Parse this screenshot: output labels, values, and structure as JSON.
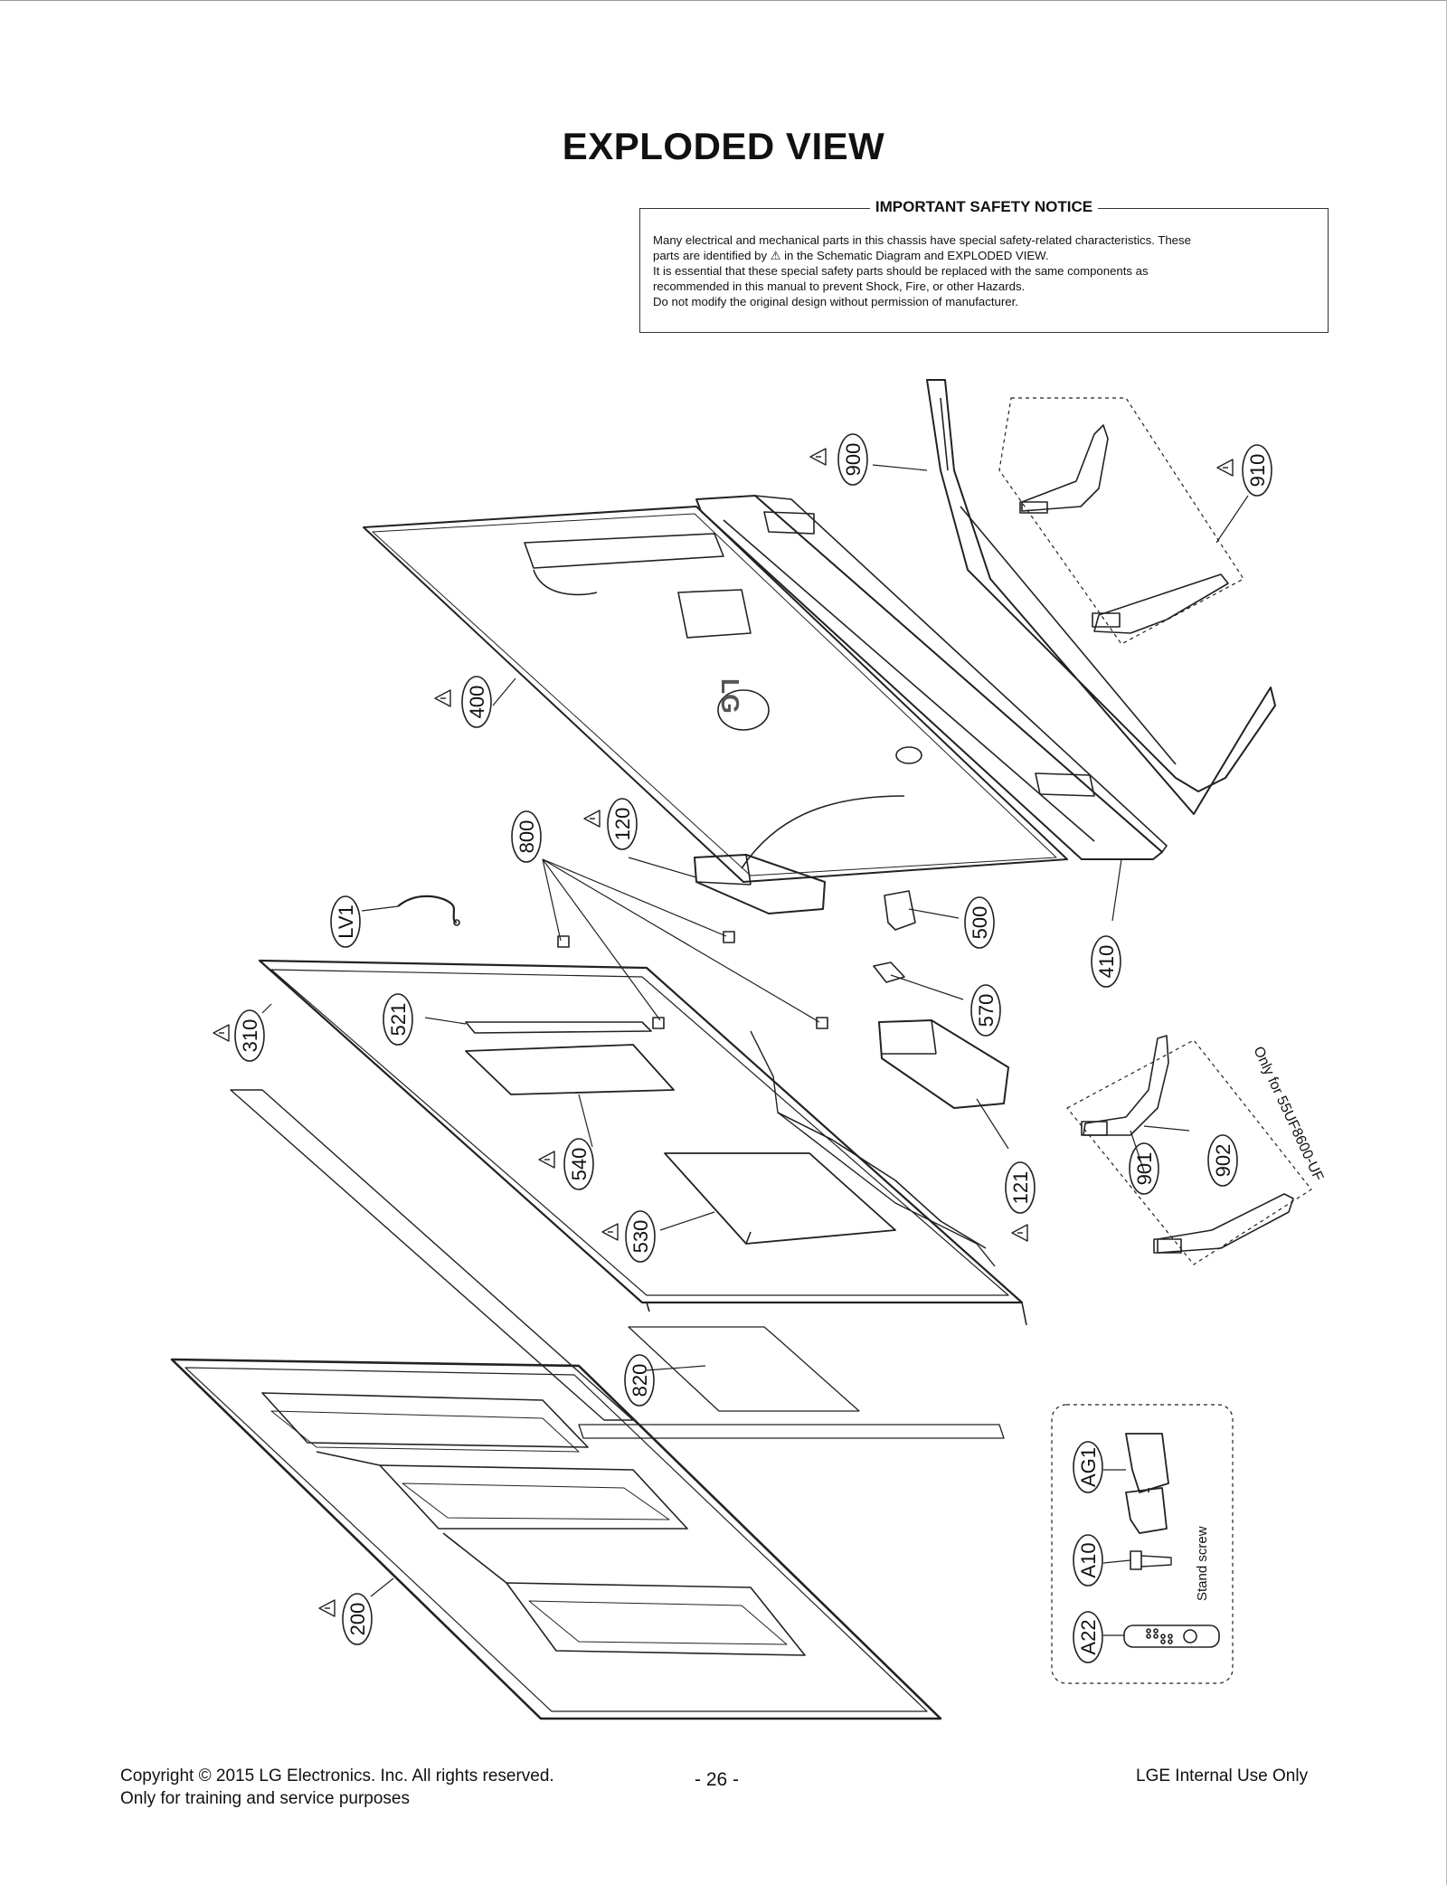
{
  "title": "EXPLODED VIEW",
  "notice": {
    "heading": "IMPORTANT SAFETY NOTICE",
    "line1": "Many electrical and mechanical parts in this chassis have special safety-related characteristics. These",
    "line2a": "parts are identified by",
    "line2b": "in the Schematic Diagram and EXPLODED VIEW.",
    "line3": "It is essential that these special safety parts should be replaced with the same components as",
    "line4": "recommended in this manual to prevent Shock, Fire, or other Hazards.",
    "line5": "Do not modify the original design without permission of manufacturer."
  },
  "callouts": {
    "c900": "900",
    "c910": "910",
    "c400": "400",
    "c120": "120",
    "c800": "800",
    "c500": "500",
    "c410": "410",
    "cLV1": "LV1",
    "c310": "310",
    "c521": "521",
    "c570": "570",
    "c540": "540",
    "c121": "121",
    "c530": "530",
    "c901": "901",
    "c902": "902",
    "c820": "820",
    "c200": "200",
    "cAG1": "AG1",
    "cA10": "A10",
    "cA22": "A22"
  },
  "annotations": {
    "only_for": "Only for 55UF8600-UF",
    "stand_screw": "Stand screw"
  },
  "footer": {
    "copyright": "Copyright  © 2015 LG Electronics. Inc. All rights reserved.",
    "training": "Only for training and service purposes",
    "page": "- 26 -",
    "internal": "LGE Internal Use Only"
  },
  "warning_symbol": "⚠"
}
